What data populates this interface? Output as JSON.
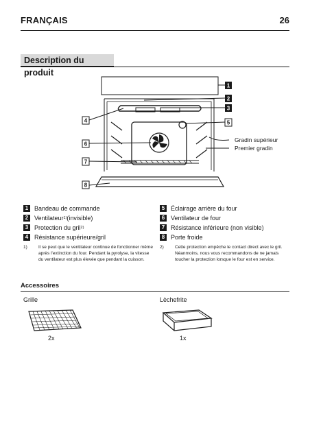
{
  "header": {
    "language": "FRANÇAIS",
    "page_number": "26"
  },
  "section": {
    "title": "Description du produit"
  },
  "diagram": {
    "callouts": [
      "1",
      "2",
      "3",
      "4",
      "5",
      "6",
      "7",
      "8"
    ],
    "labels": {
      "upper_rack": "Gradin supérieur",
      "first_rack": "Premier gradin"
    }
  },
  "legend": {
    "left": [
      {
        "num": "1",
        "text": "Bandeau de commande",
        "sup": ""
      },
      {
        "num": "2",
        "text": "Ventilateur",
        "sup": "1)",
        "suffix": " (invisible)"
      },
      {
        "num": "3",
        "text": "Protection du gril",
        "sup": "2)",
        "suffix": ""
      },
      {
        "num": "4",
        "text": "Résistance supérieure/gril",
        "sup": ""
      }
    ],
    "right": [
      {
        "num": "5",
        "text": "Éclairage arrière du four"
      },
      {
        "num": "6",
        "text": "Ventilateur de four"
      },
      {
        "num": "7",
        "text": "Résistance inférieure (non visible)"
      },
      {
        "num": "8",
        "text": "Porte froide"
      }
    ]
  },
  "footnotes": [
    {
      "num": "1)",
      "text": "Il se peut que le ventilateur continue de fonctionner même après l'extinction du four. Pendant la pyrolyse, la vitesse du ventilateur est plus élevée que pendant la cuisson."
    },
    {
      "num": "2)",
      "text": "Cette protection empêche le contact direct avec le gril. Néanmoins, nous vous recommandons de ne jamais toucher la protection lorsque le four est en service."
    }
  ],
  "accessories": {
    "title": "Accessoires",
    "items": [
      {
        "name": "Grille",
        "qty": "2x"
      },
      {
        "name": "Lèchefrite",
        "qty": "1x"
      }
    ]
  }
}
